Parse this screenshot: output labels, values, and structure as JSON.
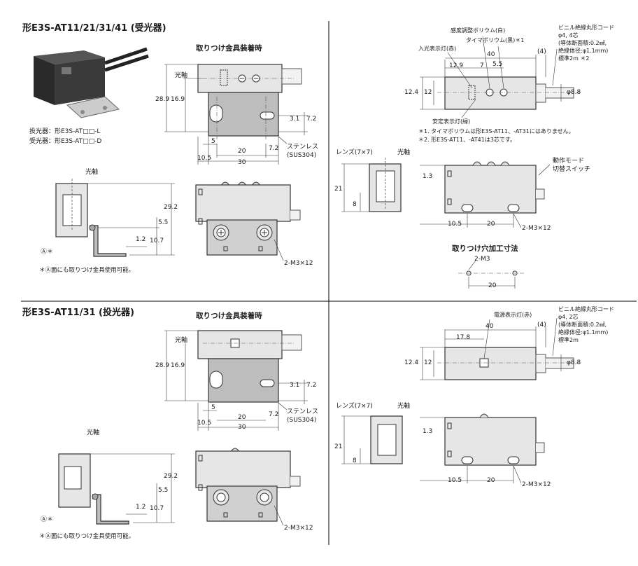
{
  "receiver": {
    "title": "形E3S-AT11/21/31/41 (受光器)",
    "mount_label": "取りつけ金具装着時",
    "legend": [
      "投光器：形E3S-AT□□-L",
      "受光器：形E3S-AT□□-D"
    ],
    "dims_top": [
      "光軸",
      "28.9",
      "16.9",
      "3.1",
      "7.2",
      "5",
      "20",
      "7.2",
      "10.5",
      "30",
      "ステンレス",
      "(SUS304)"
    ],
    "dims_side": [
      "光軸",
      "29.2",
      "5.5",
      "10.7",
      "1.2",
      "Ⓐ＊"
    ],
    "dims_front": [
      "2-M3×12"
    ],
    "note": "＊Ⓐ面にも取りつけ金具使用可能。",
    "right_top": {
      "labels": [
        "感度調整ボリウム(白)",
        "タイマボリウム(黒)＊1",
        "入光表示灯(赤)",
        "安定表示灯(緑)"
      ],
      "cable": [
        "ビニル絶縁丸形コード",
        "φ4, 4芯",
        "(導体断面積:0.2㎟,",
        "絶縁体径:φ1.1mm)",
        "標準2m ＊2"
      ],
      "dims": [
        "40",
        "(4)",
        "12.9",
        "7",
        "5.5",
        "12.4",
        "12",
        "φ8.8"
      ],
      "notes": [
        "＊1. タイマボリウムは形E3S-AT11、-AT31にはありません。",
        "＊2. 形E3S-AT11、-AT41は3芯です。"
      ]
    },
    "right_bottom": {
      "labels": [
        "レンズ(7×7)",
        "光軸",
        "動作モード",
        "切替スイッチ"
      ],
      "dims": [
        "1.3",
        "21",
        "8",
        "10.5",
        "20",
        "2-M3×12"
      ]
    },
    "hole": {
      "title": "取りつけ穴加工寸法",
      "labels": [
        "2-M3",
        "20"
      ]
    }
  },
  "emitter": {
    "title": "形E3S-AT11/31 (投光器)",
    "mount_label": "取りつけ金具装着時",
    "dims_top": [
      "光軸",
      "28.9",
      "16.9",
      "3.1",
      "7.2",
      "5",
      "20",
      "7.2",
      "10.5",
      "30",
      "ステンレス",
      "(SUS304)"
    ],
    "dims_side": [
      "光軸",
      "29.2",
      "5.5",
      "10.7",
      "1.2",
      "Ⓐ＊"
    ],
    "dims_front": [
      "2-M3×12"
    ],
    "note": "＊Ⓐ面にも取りつけ金具使用可能。",
    "right_top": {
      "labels": [
        "電源表示灯(赤)"
      ],
      "cable": [
        "ビニル絶縁丸形コード",
        "φ4, 2芯",
        "(導体断面積:0.2㎟,",
        "絶縁体径:φ1.1mm)",
        "標準2m"
      ],
      "dims": [
        "40",
        "(4)",
        "17.8",
        "12.4",
        "12",
        "φ8.8"
      ]
    },
    "right_bottom": {
      "labels": [
        "レンズ(7×7)",
        "光軸"
      ],
      "dims": [
        "1.3",
        "21",
        "8",
        "10.5",
        "20",
        "2-M3×12"
      ]
    }
  }
}
